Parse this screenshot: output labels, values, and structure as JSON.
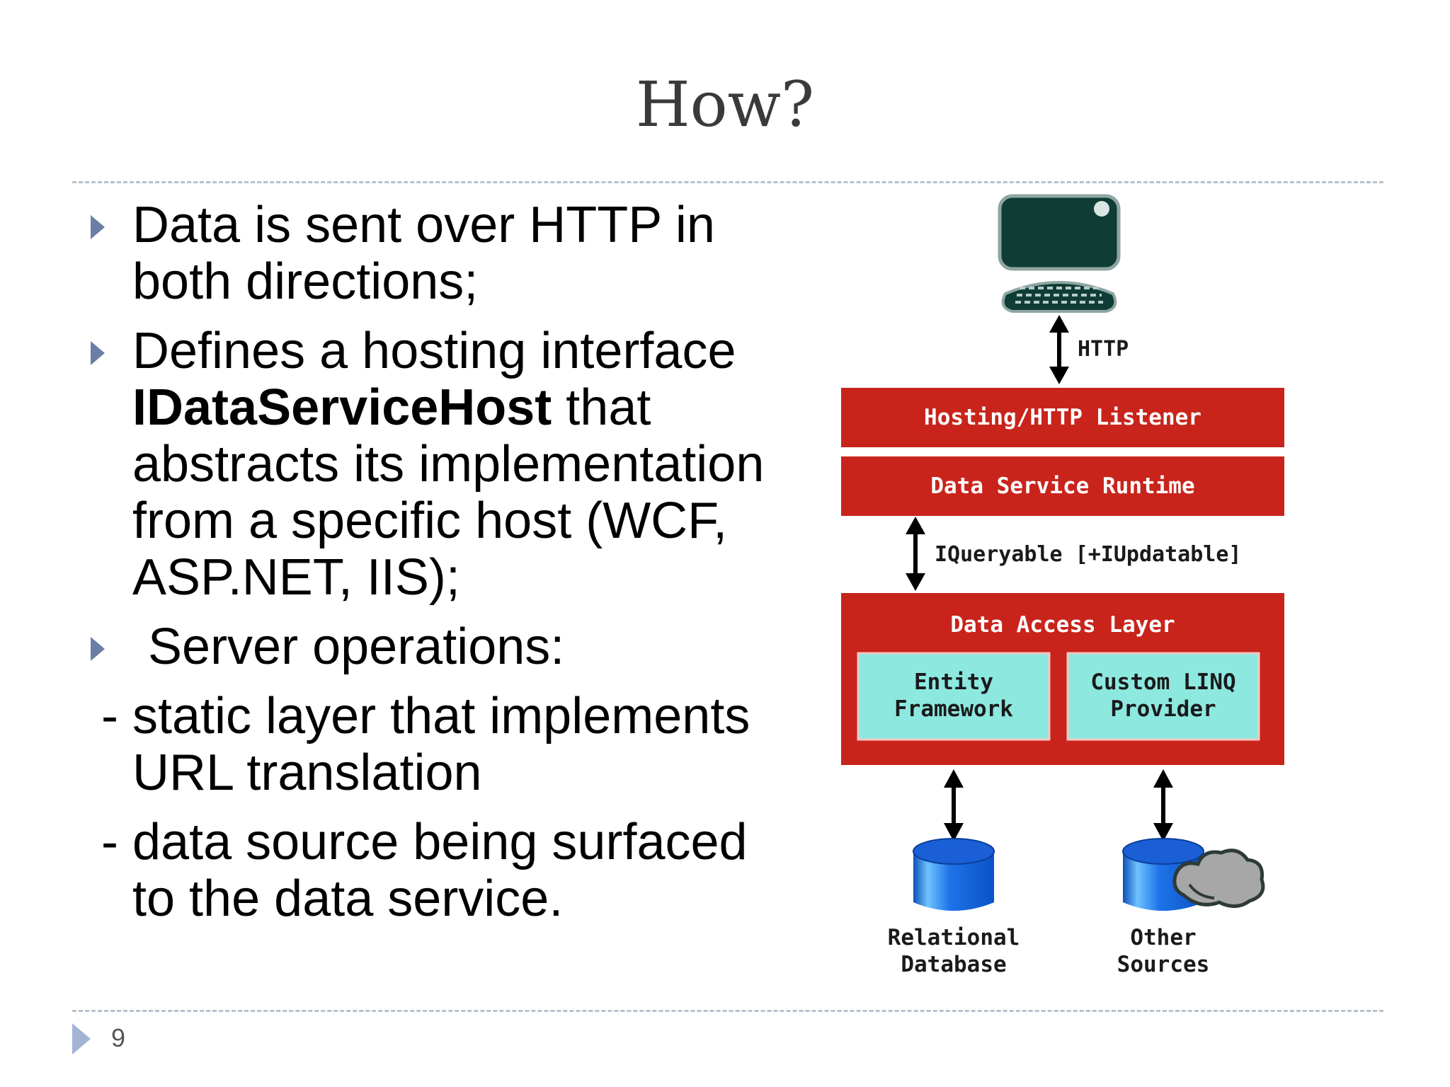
{
  "slide": {
    "title": "How?",
    "page_number": "9"
  },
  "bullets": [
    {
      "text": "Data is sent over HTTP in both directions;"
    },
    {
      "text_before": "Defines a hosting interface ",
      "bold": "IDataServiceHost",
      "text_after": " that abstracts its implementation from a specific host (WCF, ASP.NET, IIS);"
    },
    {
      "text": "Server operations:"
    }
  ],
  "sub_items": [
    {
      "dash": "-",
      "text": "static layer that implements URL translation"
    },
    {
      "dash": "-",
      "text": "data source being surfaced to the data service."
    }
  ],
  "diagram": {
    "http_label": "HTTP",
    "hosting_label": "Hosting/HTTP Listener",
    "runtime_label": "Data Service Runtime",
    "iqueryable_label": "IQueryable [+IUpdatable]",
    "data_access_label": "Data Access Layer",
    "entity_line1": "Entity",
    "entity_line2": "Framework",
    "linq_line1": "Custom LINQ",
    "linq_line2": "Provider",
    "relational_line1": "Relational",
    "relational_line2": "Database",
    "other_line1": "Other",
    "other_line2": "Sources",
    "colors": {
      "red": "#c8241c",
      "cyan": "#8de8e0",
      "blue": "#1f73e8",
      "monitor": "#0f3d36",
      "cloud": "#a7a7a7"
    }
  }
}
